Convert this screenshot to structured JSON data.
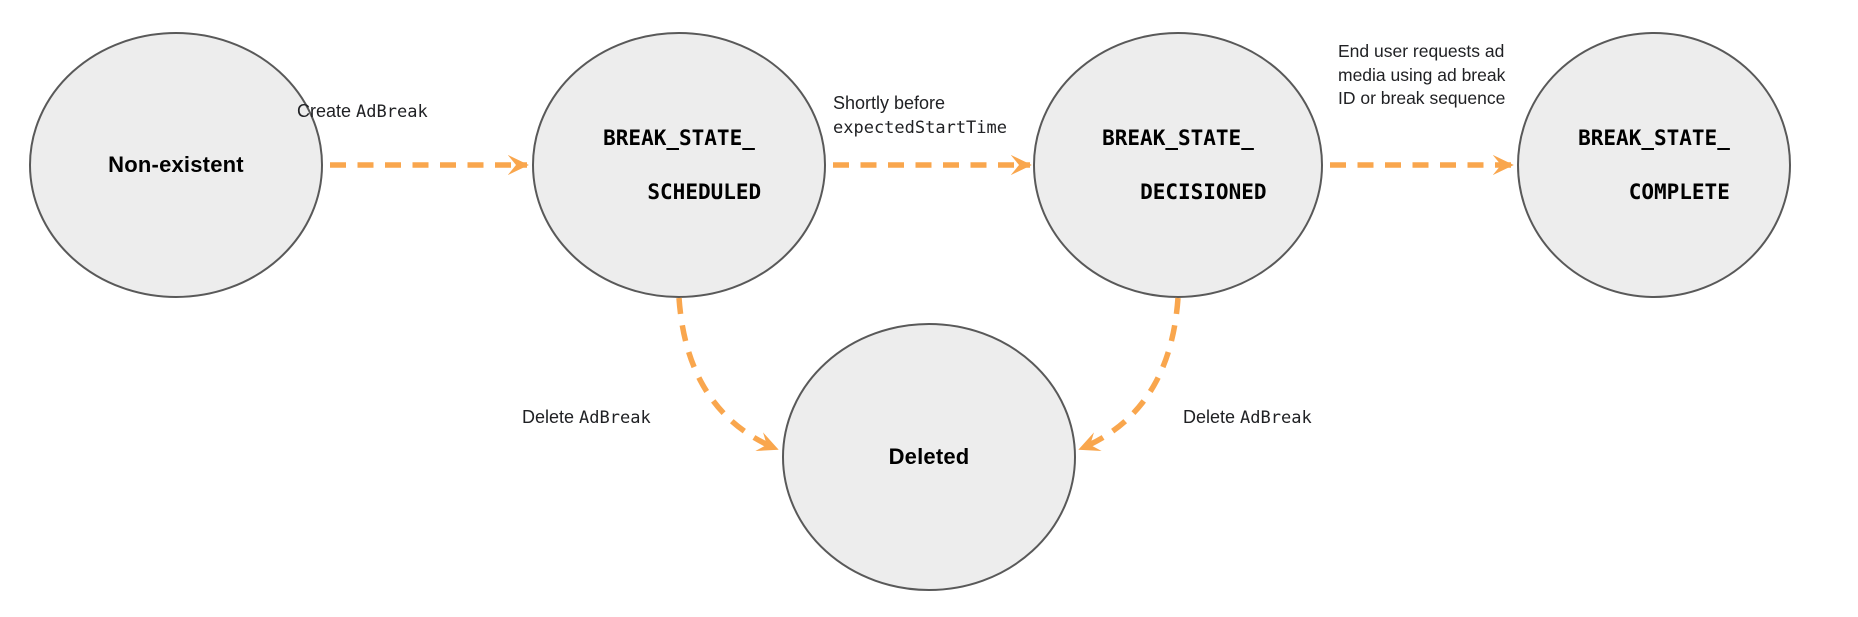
{
  "colors": {
    "background": "#ffffff",
    "node-fill": "#ededed",
    "node-border": "#595959",
    "arrow": "#f9a64d",
    "text": "#202124",
    "node-text": "#000000"
  },
  "diagram": {
    "type": "state-diagram",
    "nodes": [
      {
        "id": "non-existent",
        "label": "Non-existent"
      },
      {
        "id": "break-state-scheduled",
        "lines": [
          "BREAK_STATE_",
          "SCHEDULED"
        ]
      },
      {
        "id": "break-state-decisioned",
        "lines": [
          "BREAK_STATE_",
          "DECISIONED"
        ]
      },
      {
        "id": "break-state-complete",
        "lines": [
          "BREAK_STATE_",
          "COMPLETE"
        ]
      },
      {
        "id": "deleted",
        "label": "Deleted"
      }
    ],
    "edges": [
      {
        "from": "Non-existent",
        "to": "BREAK_STATE_SCHEDULED",
        "label_plain": "Create",
        "label_code": "AdBreak"
      },
      {
        "from": "BREAK_STATE_SCHEDULED",
        "to": "BREAK_STATE_DECISIONED",
        "label_plain": "Shortly before",
        "label_code": "expectedStartTime"
      },
      {
        "from": "BREAK_STATE_DECISIONED",
        "to": "BREAK_STATE_COMPLETE",
        "label_lines": [
          "End user requests",
          "ad media using ad",
          "break ID or break",
          "sequence"
        ]
      },
      {
        "from": "BREAK_STATE_SCHEDULED",
        "to": "Deleted",
        "label_plain": "Delete",
        "label_code": "AdBreak"
      },
      {
        "from": "BREAK_STATE_DECISIONED",
        "to": "Deleted",
        "label_plain": "Delete",
        "label_code": "AdBreak"
      }
    ]
  }
}
